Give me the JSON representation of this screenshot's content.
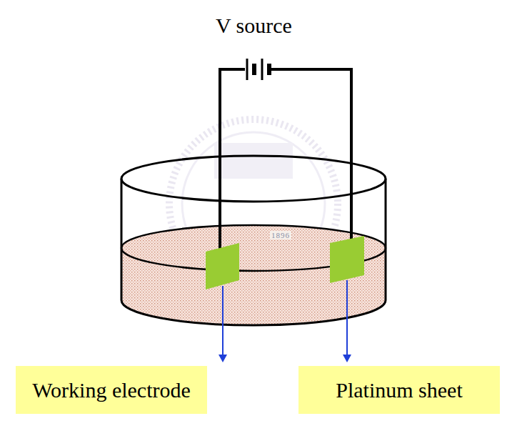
{
  "diagram": {
    "nodes": [
      {
        "text": [
          "Working electrode"
        ]
      },
      {
        "text": [
          "Platinum sheet"
        ]
      }
    ],
    "labels": [
      "V source",
      "1896"
    ]
  }
}
